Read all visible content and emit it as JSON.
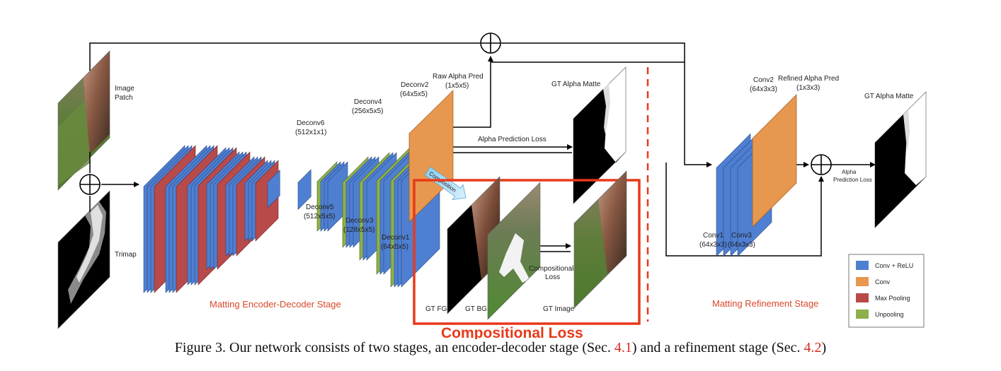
{
  "labels": {
    "image_patch_1": "Image",
    "image_patch_2": "Patch",
    "trimap": "Trimap",
    "deconv6": "Deconv6",
    "deconv6_dim": "(512x1x1)",
    "deconv5": "Deconv5",
    "deconv5_dim": "(512x5x5)",
    "deconv4": "Deconv4",
    "deconv4_dim": "(256x5x5)",
    "deconv3": "Deconv3",
    "deconv3_dim": "(128x5x5)",
    "deconv2": "Deconv2",
    "deconv2_dim": "(64x5x5)",
    "deconv1": "Deconv1",
    "deconv1_dim": "(64x5x5)",
    "raw_alpha": "Raw Alpha Pred",
    "raw_alpha_dim": "(1x5x5)",
    "gt_alpha_matte_1": "GT Alpha Matte",
    "alpha_prediction_loss": "Alpha Prediction Loss",
    "composition": "Composition",
    "gt_fg": "GT FG",
    "gt_bg": "GT BG",
    "gt_image": "GT Image",
    "compositional_loss_1": "Compositional",
    "compositional_loss_2": "Loss",
    "conv2": "Conv2",
    "conv2_dim": "(64x3x3)",
    "refined_alpha": "Refined Alpha Pred",
    "refined_alpha_dim": "(1x3x3)",
    "gt_alpha_matte_2": "GT Alpha Matte",
    "refine_loss_1": "Alpha",
    "refine_loss_2": "Prediction Loss",
    "conv1": "Conv1",
    "conv1_dim": "(64x3x3)",
    "conv3": "Conv3",
    "conv3_dim": "(64x3x3)",
    "stage_encoder_decoder": "Matting Encoder-Decoder Stage",
    "stage_refinement": "Matting Refinement Stage",
    "compositional_loss_big": "Compositional Loss"
  },
  "legend": [
    {
      "label": "Conv + ReLU",
      "color": "#4f7fd1"
    },
    {
      "label": "Conv",
      "color": "#e8974f"
    },
    {
      "label": "Max Pooling",
      "color": "#b84a4a"
    },
    {
      "label": "Unpooling",
      "color": "#8db04a"
    }
  ],
  "caption": {
    "prefix": "Figure 3. Our network consists of two stages, an encoder-decoder stage (Sec.",
    "ref1": "4.1",
    "middle": ") and a refinement stage (Sec.",
    "ref2": "4.2",
    "suffix": ")"
  }
}
